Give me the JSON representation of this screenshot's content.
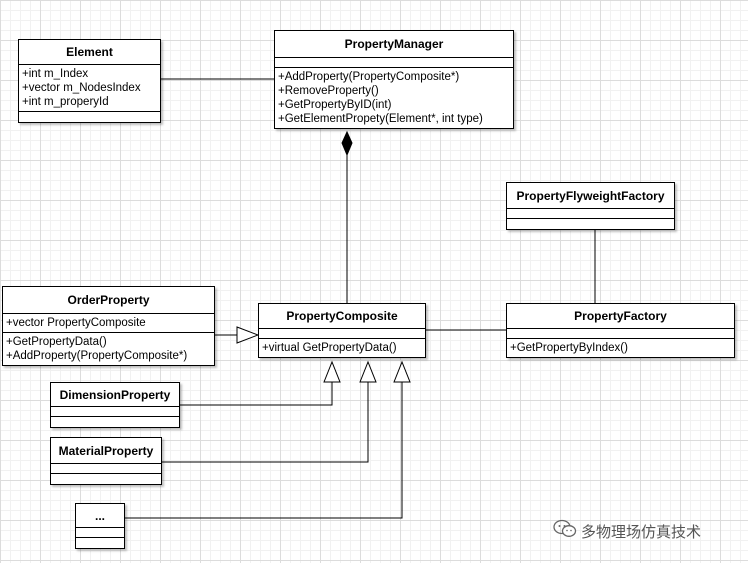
{
  "classes": {
    "element": {
      "name": "Element",
      "attributes": [
        "+int m_Index",
        "+vector m_NodesIndex",
        "+int m_properyId"
      ],
      "methods": []
    },
    "property_manager": {
      "name": "PropertyManager",
      "attributes": [],
      "methods": [
        "+AddProperty(PropertyComposite*)",
        "+RemoveProperty()",
        "+GetPropertyByID(int)",
        "+GetElementPropety(Element*, int type)"
      ]
    },
    "property_flyweight_factory": {
      "name": "PropertyFlyweightFactory",
      "attributes": [],
      "methods": []
    },
    "order_property": {
      "name": "OrderProperty",
      "attributes": [
        "+vector PropertyComposite"
      ],
      "methods": [
        "+GetPropertyData()",
        "+AddProperty(PropertyComposite*)"
      ]
    },
    "property_composite": {
      "name": "PropertyComposite",
      "attributes": [],
      "methods": [
        "+virtual GetPropertyData()"
      ]
    },
    "property_factory": {
      "name": "PropertyFactory",
      "attributes": [],
      "methods": [
        "+GetPropertyByIndex()"
      ]
    },
    "dimension_property": {
      "name": "DimensionProperty",
      "attributes": [],
      "methods": []
    },
    "material_property": {
      "name": "MaterialProperty",
      "attributes": [],
      "methods": []
    },
    "ellipsis_class": {
      "name": "...",
      "attributes": [],
      "methods": []
    }
  },
  "watermark": {
    "text": "多物理场仿真技术",
    "icon": "wechat-icon"
  }
}
